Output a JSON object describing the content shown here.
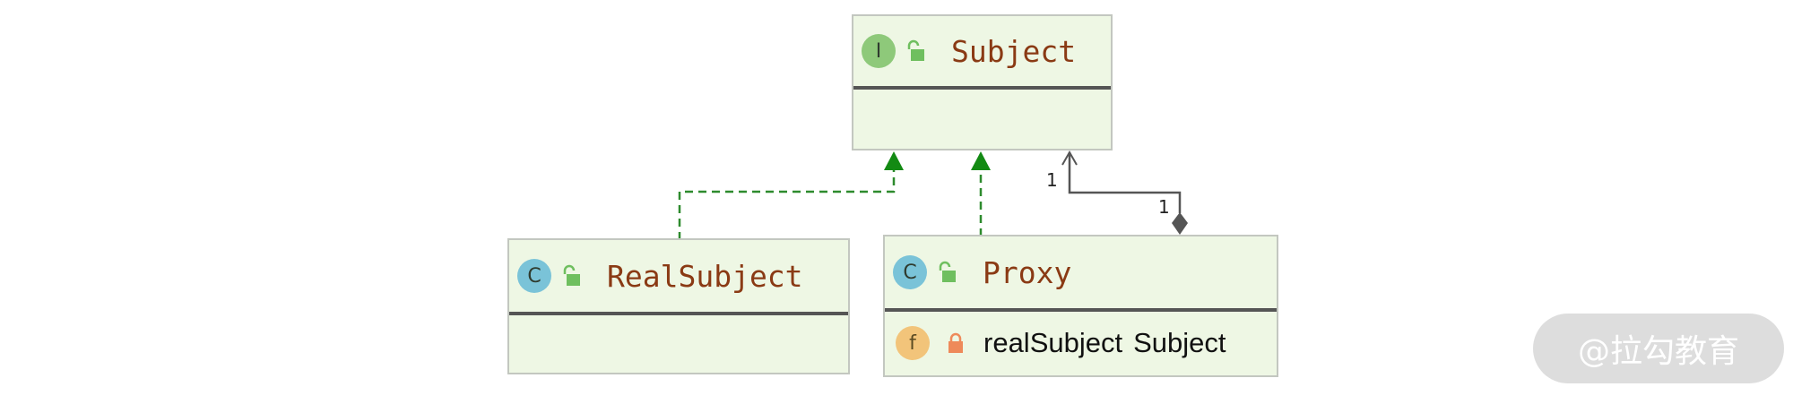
{
  "diagram": {
    "interface": {
      "kind_letter": "I",
      "name": "Subject",
      "visibility_icon": "unlock-icon"
    },
    "real_subject": {
      "kind_letter": "C",
      "name": "RealSubject",
      "visibility_icon": "unlock-icon"
    },
    "proxy": {
      "kind_letter": "C",
      "name": "Proxy",
      "visibility_icon": "unlock-icon",
      "field": {
        "kind_letter": "f",
        "visibility_icon": "lock-icon",
        "name": "realSubject",
        "type": "Subject"
      }
    },
    "association": {
      "target_multiplicity": "1",
      "source_multiplicity": "1"
    },
    "colors": {
      "box_fill": "#eef7e4",
      "realization_edge": "#2e8b2e",
      "association_edge": "#555555",
      "type_name": "#8a3a14"
    }
  },
  "watermark": {
    "text": "@拉勾教育"
  }
}
